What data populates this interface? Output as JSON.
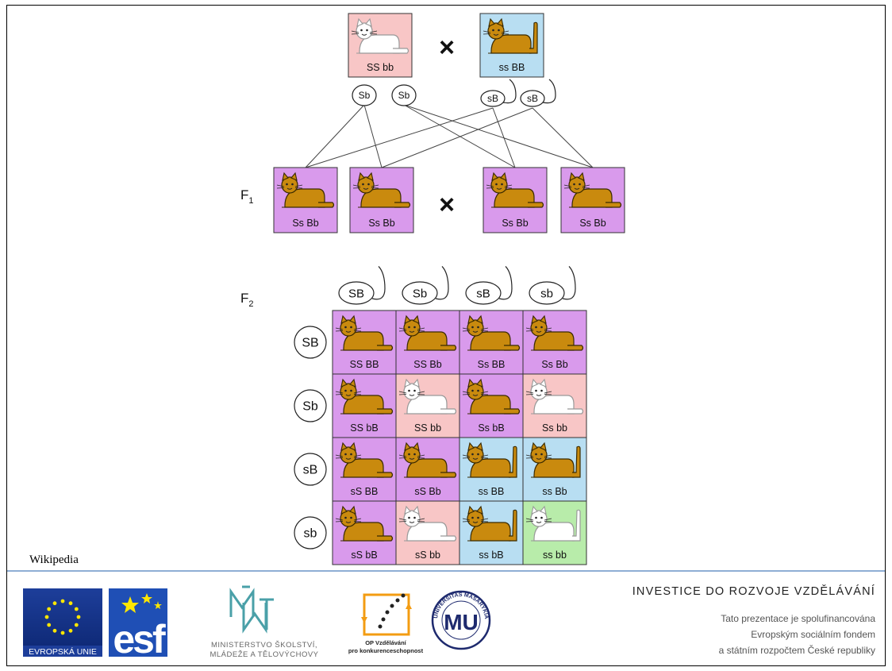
{
  "colors": {
    "pink": "#f8c6c6",
    "blue": "#b8def2",
    "purple": "#d99aec",
    "green": "#b8ecaa",
    "cat_orange": "#c98a0e",
    "cat_white": "#ffffff",
    "footer_line": "#6a93c6"
  },
  "parents": {
    "left": {
      "genotype": "SS bb",
      "bg": "pink",
      "cat": "white",
      "tail": "low"
    },
    "right": {
      "genotype": "ss BB",
      "bg": "blue",
      "cat": "orange",
      "tail": "up"
    },
    "cross_symbol": "×"
  },
  "gametes_parent": [
    {
      "label": "Sb",
      "type": "egg"
    },
    {
      "label": "Sb",
      "type": "egg"
    },
    {
      "label": "sB",
      "type": "sperm"
    },
    {
      "label": "sB",
      "type": "sperm"
    }
  ],
  "f1": {
    "label": "F",
    "subscript": "1",
    "cats": [
      {
        "genotype": "Ss Bb",
        "bg": "purple",
        "cat": "orange",
        "tail": "low"
      },
      {
        "genotype": "Ss Bb",
        "bg": "purple",
        "cat": "orange",
        "tail": "low"
      },
      {
        "genotype": "Ss Bb",
        "bg": "purple",
        "cat": "orange",
        "tail": "low"
      },
      {
        "genotype": "Ss Bb",
        "bg": "purple",
        "cat": "orange",
        "tail": "low"
      }
    ],
    "cross_symbol": "×"
  },
  "f2": {
    "label": "F",
    "subscript": "2",
    "col_gametes": [
      "SB",
      "Sb",
      "sB",
      "sb"
    ],
    "row_gametes": [
      "SB",
      "Sb",
      "sB",
      "sb"
    ],
    "grid": [
      [
        {
          "genotype": "SS BB",
          "bg": "purple",
          "cat": "orange",
          "tail": "low"
        },
        {
          "genotype": "SS Bb",
          "bg": "purple",
          "cat": "orange",
          "tail": "low"
        },
        {
          "genotype": "Ss BB",
          "bg": "purple",
          "cat": "orange",
          "tail": "low"
        },
        {
          "genotype": "Ss Bb",
          "bg": "purple",
          "cat": "orange",
          "tail": "low"
        }
      ],
      [
        {
          "genotype": "SS bB",
          "bg": "purple",
          "cat": "orange",
          "tail": "low"
        },
        {
          "genotype": "SS bb",
          "bg": "pink",
          "cat": "white",
          "tail": "low"
        },
        {
          "genotype": "Ss bB",
          "bg": "purple",
          "cat": "orange",
          "tail": "low"
        },
        {
          "genotype": "Ss bb",
          "bg": "pink",
          "cat": "white",
          "tail": "low"
        }
      ],
      [
        {
          "genotype": "sS BB",
          "bg": "purple",
          "cat": "orange",
          "tail": "low"
        },
        {
          "genotype": "sS Bb",
          "bg": "purple",
          "cat": "orange",
          "tail": "low"
        },
        {
          "genotype": "ss BB",
          "bg": "blue",
          "cat": "orange",
          "tail": "up"
        },
        {
          "genotype": "ss Bb",
          "bg": "blue",
          "cat": "orange",
          "tail": "up"
        }
      ],
      [
        {
          "genotype": "sS bB",
          "bg": "purple",
          "cat": "orange",
          "tail": "low"
        },
        {
          "genotype": "sS bb",
          "bg": "pink",
          "cat": "white",
          "tail": "low"
        },
        {
          "genotype": "ss bB",
          "bg": "blue",
          "cat": "orange",
          "tail": "up"
        },
        {
          "genotype": "ss bb",
          "bg": "green",
          "cat": "white",
          "tail": "up"
        }
      ]
    ]
  },
  "source": "Wikipedia",
  "footer": {
    "heading": "INVESTICE DO ROZVOJE VZDĚLÁVÁNÍ",
    "lines": [
      "Tato prezentace je spolufinancována",
      "Evropským sociálním fondem",
      "a státním rozpočtem České republiky"
    ],
    "logos": {
      "eu": "EVROPSKÁ UNIE",
      "esf": "esf",
      "msmt_line1": "MINISTERSTVO ŠKOLSTVÍ,",
      "msmt_line2": "MLÁDEŽE A TĚLOVÝCHOVY",
      "op_line1": "OP Vzdělávání",
      "op_line2": "pro konkurenceschopnost",
      "mu_text": "UNIVERSITAS MASARYKIANA BRUNENSIS",
      "mu_letters": "MU"
    }
  }
}
